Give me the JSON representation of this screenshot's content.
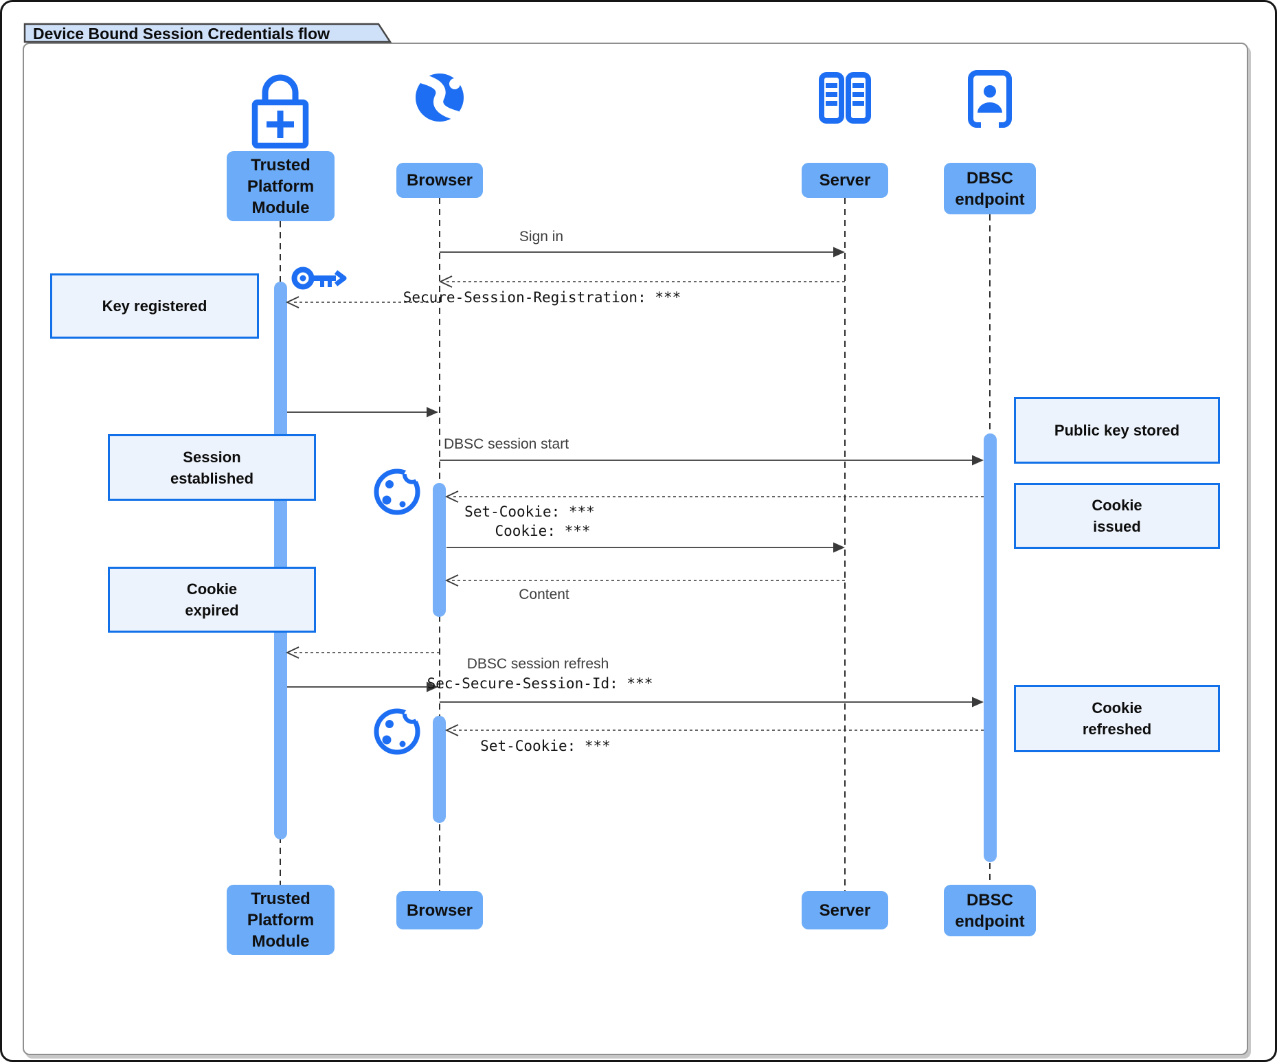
{
  "title": "Device Bound Session Credentials flow",
  "colors": {
    "actor_fill": "#6babf7",
    "icon_blue": "#1d6ef2",
    "activation_bar": "#77b0f8",
    "note_fill": "#edf3fc",
    "note_border": "#1271e8",
    "line": "#3a3a3a",
    "title_tab_fill": "#cfe1f9"
  },
  "actors": {
    "tpm": {
      "label": "Trusted Platform Module",
      "icon": "lock-plus-icon"
    },
    "browser": {
      "label": "Browser",
      "icon": "globe-icon"
    },
    "server": {
      "label": "Server",
      "icon": "server-rack-icon"
    },
    "dbsc": {
      "label": "DBSC endpoint",
      "icon": "id-badge-icon"
    }
  },
  "notes": {
    "key_registered": "Key registered",
    "session_established": "Session\nestablished",
    "cookie_expired": "Cookie\nexpired",
    "public_key_stored": "Public key stored",
    "cookie_issued": "Cookie\nissued",
    "cookie_refreshed": "Cookie\nrefreshed"
  },
  "messages": {
    "sign_in": "Sign in",
    "registration": "Secure-Session-Registration: ***",
    "session_start": "DBSC session start",
    "set_cookie_1": "Set-Cookie: ***",
    "cookie": "Cookie: ***",
    "content": "Content",
    "refresh_line1": "DBSC session refresh",
    "refresh_line2": "Sec-Secure-Session-Id: ***",
    "set_cookie_2": "Set-Cookie: ***"
  },
  "icons": {
    "tpm": "lock-plus-icon",
    "browser": "globe-icon",
    "server": "server-rack-icon",
    "dbsc": "id-badge-icon",
    "key": "key-icon",
    "cookie": "cookie-icon"
  }
}
